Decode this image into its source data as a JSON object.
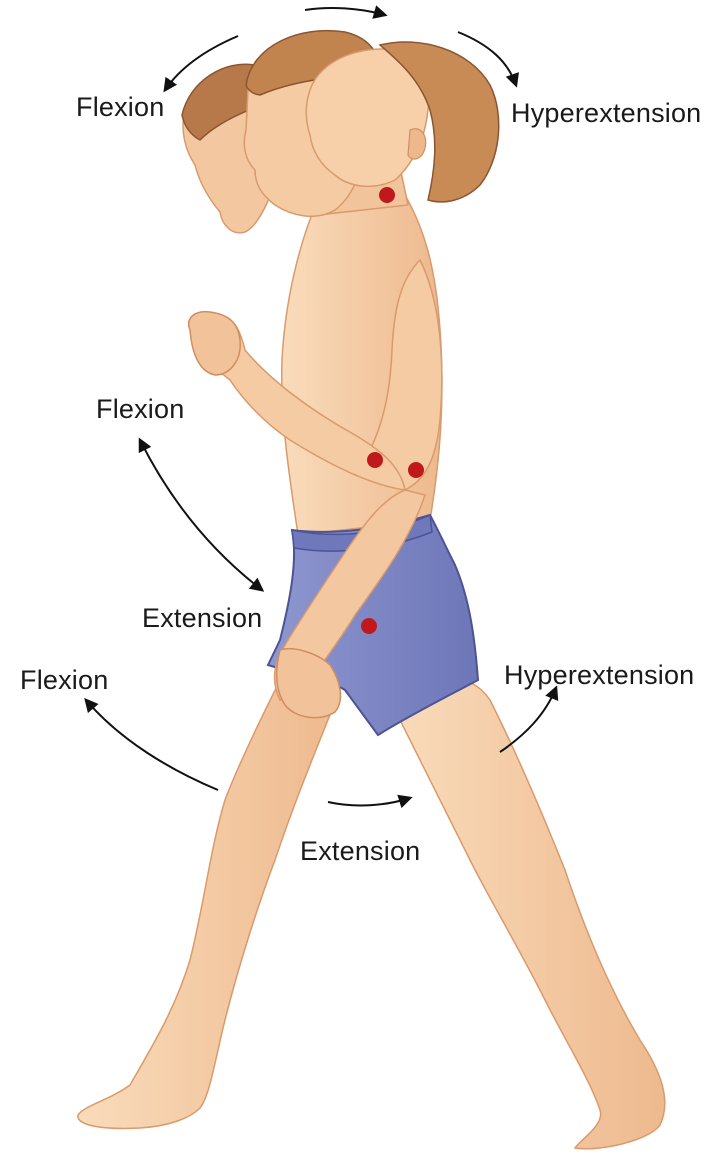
{
  "labels": {
    "neck_flexion": "Flexion",
    "neck_hyperextension": "Hyperextension",
    "shoulder_flexion": "Flexion",
    "shoulder_extension": "Extension",
    "hip_flexion": "Flexion",
    "hip_hyperextension": "Hyperextension",
    "hip_extension": "Extension"
  },
  "colors": {
    "skin": "#f6cfa6",
    "skin_shadow": "#e6ad82",
    "hair": "#b8794a",
    "shorts": "#7d86c4",
    "shorts_shadow": "#5e66a6",
    "joint_marker": "#c0191c",
    "arrow": "#111111"
  }
}
